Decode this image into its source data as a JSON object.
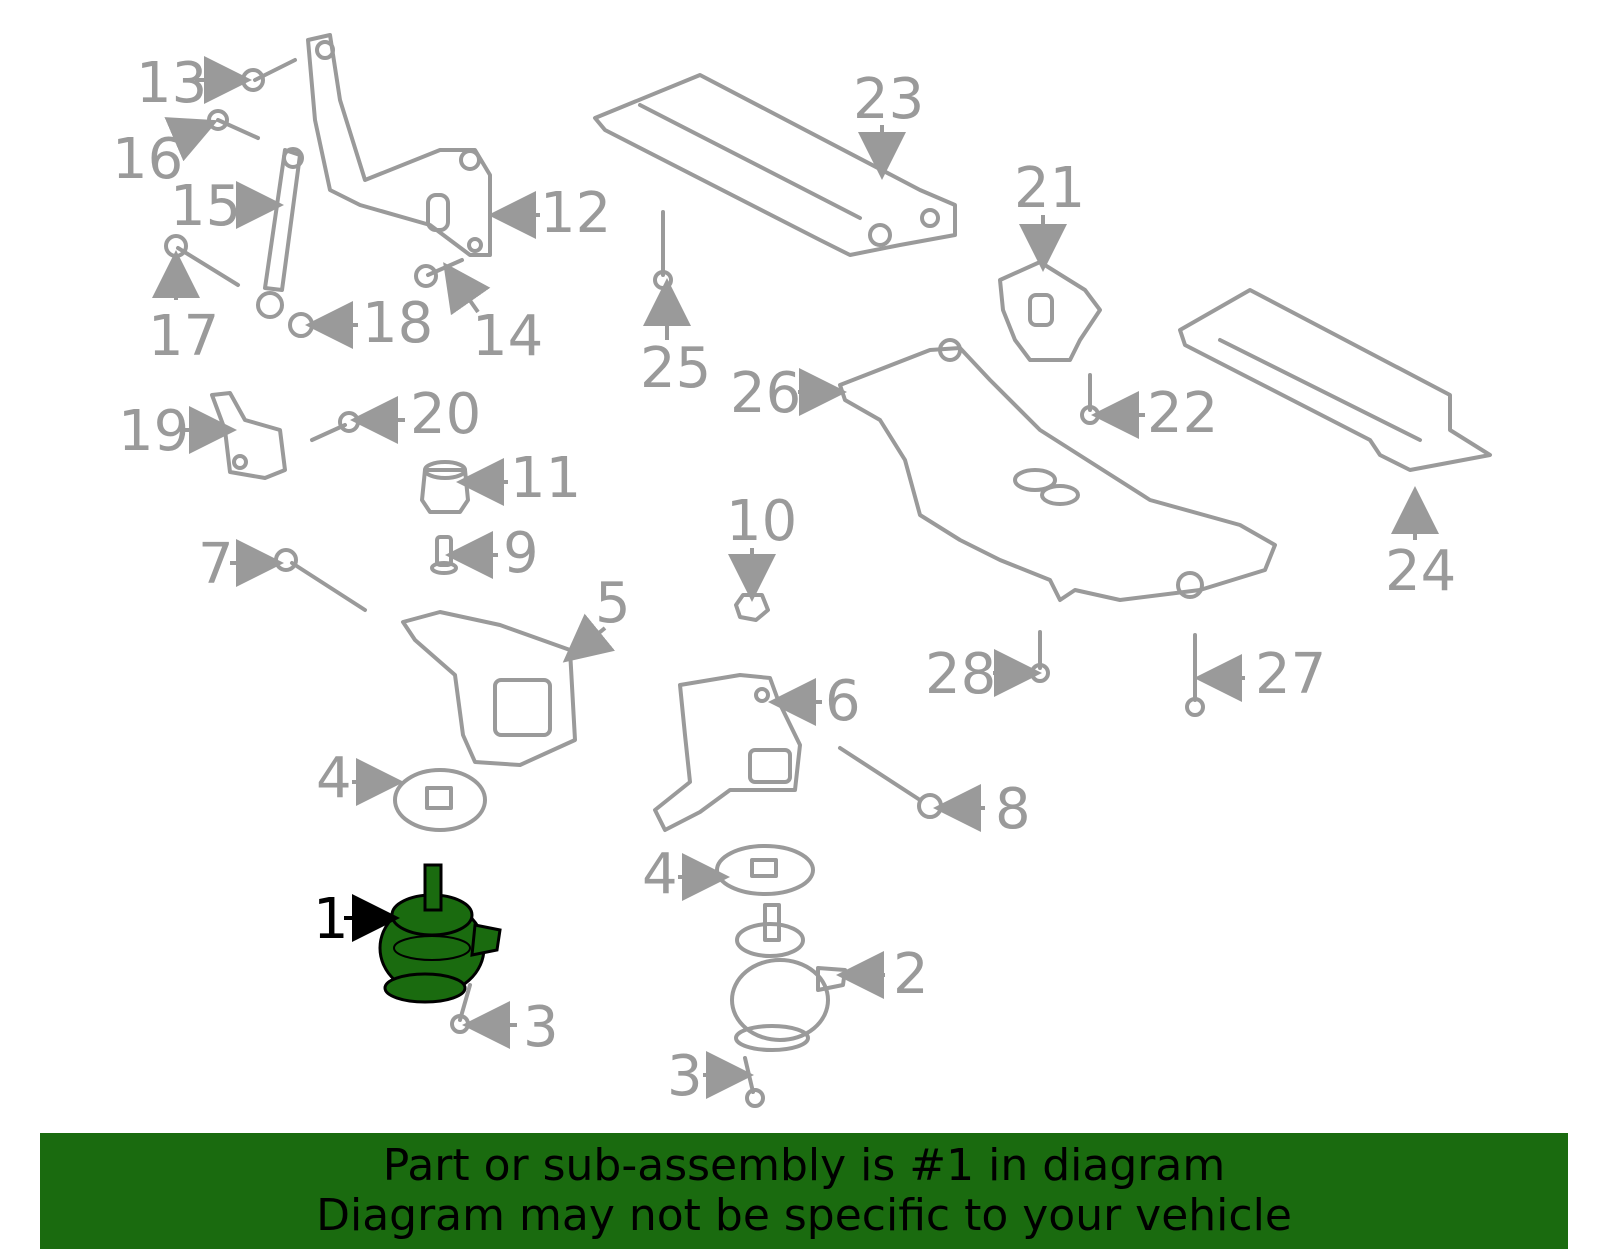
{
  "banner": {
    "line1": "Part or sub-assembly is #1 in diagram",
    "line2": "Diagram may not be specific to your vehicle"
  },
  "callouts": [
    "13",
    "16",
    "15",
    "12",
    "17",
    "18",
    "14",
    "23",
    "21",
    "25",
    "26",
    "22",
    "24",
    "19",
    "20",
    "11",
    "9",
    "10",
    "7",
    "5",
    "6",
    "4",
    "4",
    "8",
    "1",
    "2",
    "3",
    "3",
    "28",
    "27"
  ],
  "colors": {
    "highlight_part": "#1a6b0f",
    "banner": "#1a6b0f",
    "line_art": "#9a9a9a"
  }
}
